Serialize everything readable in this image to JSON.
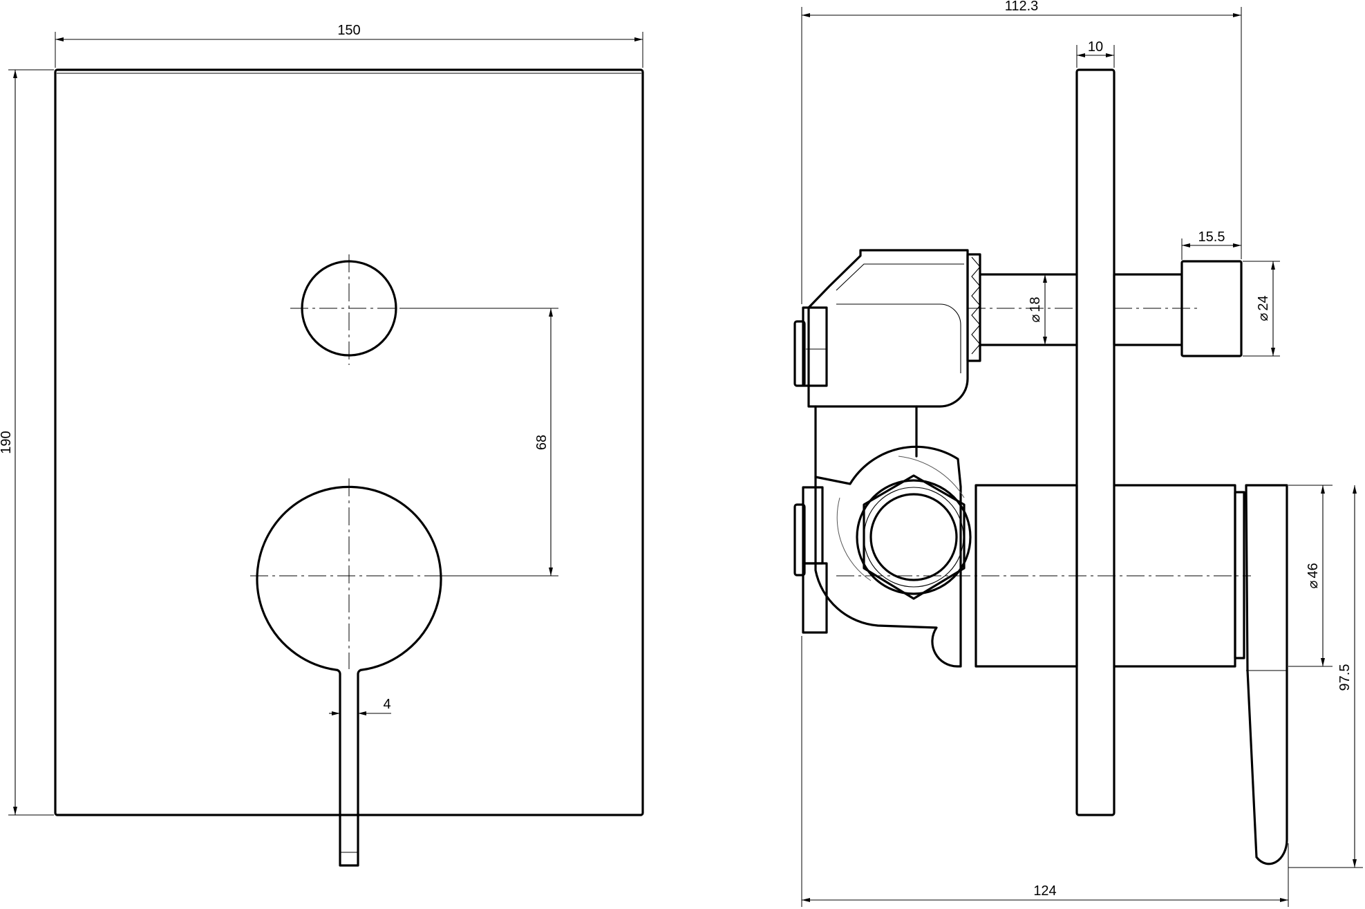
{
  "dimensions": {
    "plate_width": "150",
    "plate_height": "190",
    "button_to_handle_distance": "68",
    "lever_width": "4",
    "overall_depth_top": "112.3",
    "plate_thickness": "10",
    "button_projection": "15.5",
    "button_diameter": "24",
    "inlet_diameter": "18",
    "handle_diameter": "46",
    "handle_height": "97.5",
    "overall_depth_bottom": "124"
  },
  "diameter_symbol": "⌀"
}
